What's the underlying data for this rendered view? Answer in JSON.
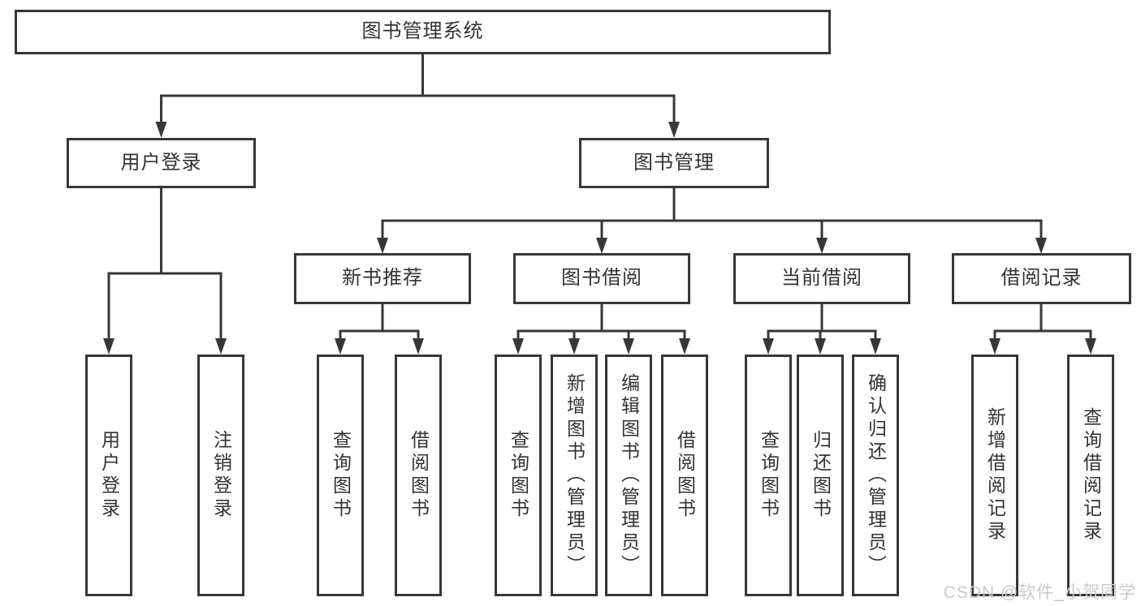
{
  "tree": {
    "root": {
      "label": "图书管理系统"
    },
    "user_login": {
      "label": "用户登录",
      "children": [
        {
          "label": "用户登录"
        },
        {
          "label": "注销登录"
        }
      ]
    },
    "book_mgmt": {
      "label": "图书管理",
      "sections": [
        {
          "label": "新书推荐",
          "children": [
            {
              "label": "查询图书"
            },
            {
              "label": "借阅图书"
            }
          ]
        },
        {
          "label": "图书借阅",
          "children": [
            {
              "label": "查询图书"
            },
            {
              "label": "新增图书（管理员）"
            },
            {
              "label": "编辑图书（管理员）"
            },
            {
              "label": "借阅图书"
            }
          ]
        },
        {
          "label": "当前借阅",
          "children": [
            {
              "label": "查询图书"
            },
            {
              "label": "归还图书"
            },
            {
              "label": "确认归还（管理员）"
            }
          ]
        },
        {
          "label": "借阅记录",
          "children": [
            {
              "label": "新增借阅记录"
            },
            {
              "label": "查询借阅记录"
            }
          ]
        }
      ]
    }
  },
  "watermark": "CSDN @软件_小贺同学",
  "colors": {
    "line": "#373737",
    "text": "#333333",
    "watermark": "#c7cacd",
    "background": "#ffffff"
  }
}
